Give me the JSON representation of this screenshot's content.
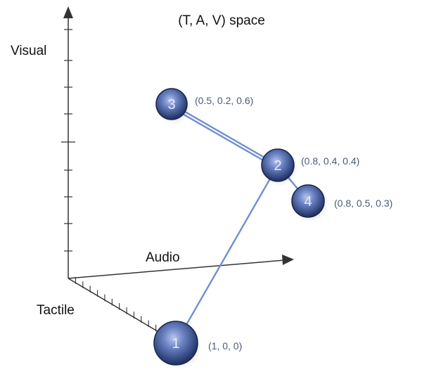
{
  "title": "(T, A, V) space",
  "axes": {
    "visual_label": "Visual",
    "audio_label": "Audio",
    "tactile_label": "Tactile"
  },
  "nodes": [
    {
      "id": "1",
      "coords": "(1, 0, 0)"
    },
    {
      "id": "2",
      "coords": "(0.8, 0.4, 0.4)"
    },
    {
      "id": "3",
      "coords": "(0.5, 0.2, 0.6)"
    },
    {
      "id": "4",
      "coords": "(0.8, 0.5, 0.3)"
    }
  ],
  "edges": [
    {
      "from": "1",
      "to": "2"
    },
    {
      "from": "2",
      "to": "3"
    },
    {
      "from": "3",
      "to": "2"
    },
    {
      "from": "2",
      "to": "4"
    }
  ],
  "colors": {
    "edge": "#6f8fd0",
    "node_fill": "#3a4f8c",
    "axis": "#333333"
  }
}
